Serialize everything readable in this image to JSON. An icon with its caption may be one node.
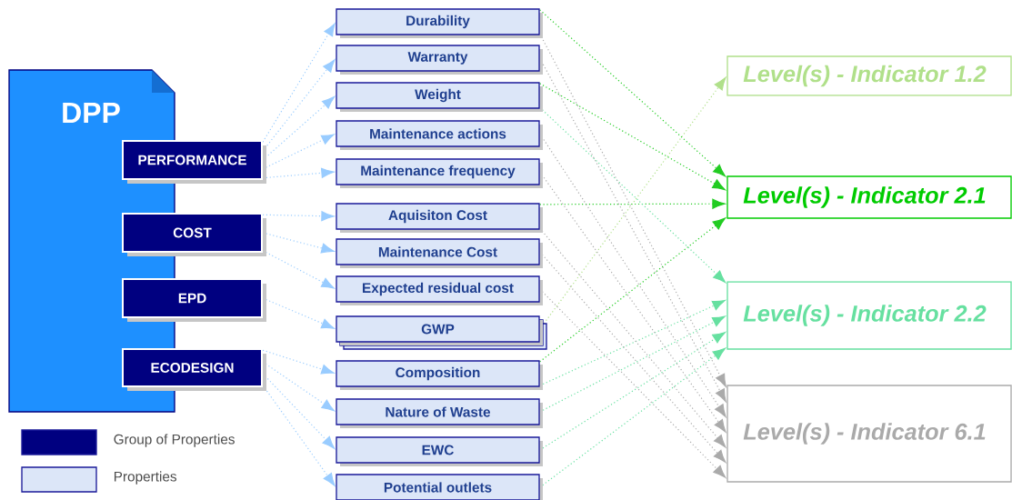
{
  "diagram": {
    "nodes": [
      {
        "text": [
          "DPP"
        ]
      },
      {
        "text": [
          "PERFORMANCE"
        ]
      },
      {
        "text": [
          "COST"
        ]
      },
      {
        "text": [
          "EPD"
        ]
      },
      {
        "text": [
          "ECODESIGN"
        ]
      },
      {
        "text": [
          "Durability"
        ]
      },
      {
        "text": [
          "Warranty"
        ]
      },
      {
        "text": [
          "Weight"
        ]
      },
      {
        "text": [
          "Maintenance actions"
        ]
      },
      {
        "text": [
          "Maintenance frequency"
        ]
      },
      {
        "text": [
          "Aquisiton Cost"
        ]
      },
      {
        "text": [
          "Maintenance Cost"
        ]
      },
      {
        "text": [
          "Expected residual cost"
        ]
      },
      {
        "text": [
          "GWP"
        ]
      },
      {
        "text": [
          "Composition"
        ]
      },
      {
        "text": [
          "Nature of Waste"
        ]
      },
      {
        "text": [
          "EWC"
        ]
      },
      {
        "text": [
          "Potential outlets"
        ]
      },
      {
        "text": [
          "Level(s) - Indicator 1.2"
        ]
      },
      {
        "text": [
          "Level(s) - Indicator 2.1"
        ]
      },
      {
        "text": [
          "Level(s) - Indicator 2.2"
        ]
      },
      {
        "text": [
          "Level(s) - Indicator 6.1"
        ]
      }
    ],
    "edges": [
      {
        "from": 1,
        "to": 5,
        "arrow": "to"
      },
      {
        "from": 1,
        "to": 6,
        "arrow": "to"
      },
      {
        "from": 1,
        "to": 7,
        "arrow": "to"
      },
      {
        "from": 1,
        "to": 8,
        "arrow": "to"
      },
      {
        "from": 1,
        "to": 9,
        "arrow": "to"
      },
      {
        "from": 2,
        "to": 10,
        "arrow": "to"
      },
      {
        "from": 2,
        "to": 11,
        "arrow": "to"
      },
      {
        "from": 2,
        "to": 12,
        "arrow": "to"
      },
      {
        "from": 3,
        "to": 13,
        "arrow": "to"
      },
      {
        "from": 4,
        "to": 14,
        "arrow": "to"
      },
      {
        "from": 4,
        "to": 15,
        "arrow": "to"
      },
      {
        "from": 4,
        "to": 16,
        "arrow": "to"
      },
      {
        "from": 4,
        "to": 17,
        "arrow": "to"
      },
      {
        "from": 13,
        "to": 18,
        "arrow": "to",
        "color": "#b0e08a"
      },
      {
        "from": 5,
        "to": 19,
        "arrow": "to",
        "color": "#22cc22"
      },
      {
        "from": 7,
        "to": 19,
        "arrow": "to",
        "color": "#22cc22"
      },
      {
        "from": 10,
        "to": 19,
        "arrow": "to",
        "color": "#22cc22"
      },
      {
        "from": 14,
        "to": 19,
        "arrow": "to",
        "color": "#22cc22"
      },
      {
        "from": 7,
        "to": 20,
        "arrow": "to",
        "color": "#66e0a0"
      },
      {
        "from": 14,
        "to": 20,
        "arrow": "to",
        "color": "#66e0a0"
      },
      {
        "from": 15,
        "to": 20,
        "arrow": "to",
        "color": "#66e0a0"
      },
      {
        "from": 16,
        "to": 20,
        "arrow": "to",
        "color": "#66e0a0"
      },
      {
        "from": 17,
        "to": 20,
        "arrow": "to",
        "color": "#66e0a0"
      },
      {
        "from": 5,
        "to": 21,
        "arrow": "to",
        "color": "#aaaaaa"
      },
      {
        "from": 6,
        "to": 21,
        "arrow": "to",
        "color": "#aaaaaa"
      },
      {
        "from": 8,
        "to": 21,
        "arrow": "to",
        "color": "#aaaaaa"
      },
      {
        "from": 9,
        "to": 21,
        "arrow": "to",
        "color": "#aaaaaa"
      },
      {
        "from": 10,
        "to": 21,
        "arrow": "to",
        "color": "#aaaaaa"
      },
      {
        "from": 11,
        "to": 21,
        "arrow": "to",
        "color": "#aaaaaa"
      },
      {
        "from": 12,
        "to": 21,
        "arrow": "to",
        "color": "#aaaaaa"
      }
    ],
    "legend": [
      {
        "text": "Group of Properties",
        "color": "#000080"
      },
      {
        "text": "Properties",
        "color": "#dce6f8"
      }
    ]
  }
}
